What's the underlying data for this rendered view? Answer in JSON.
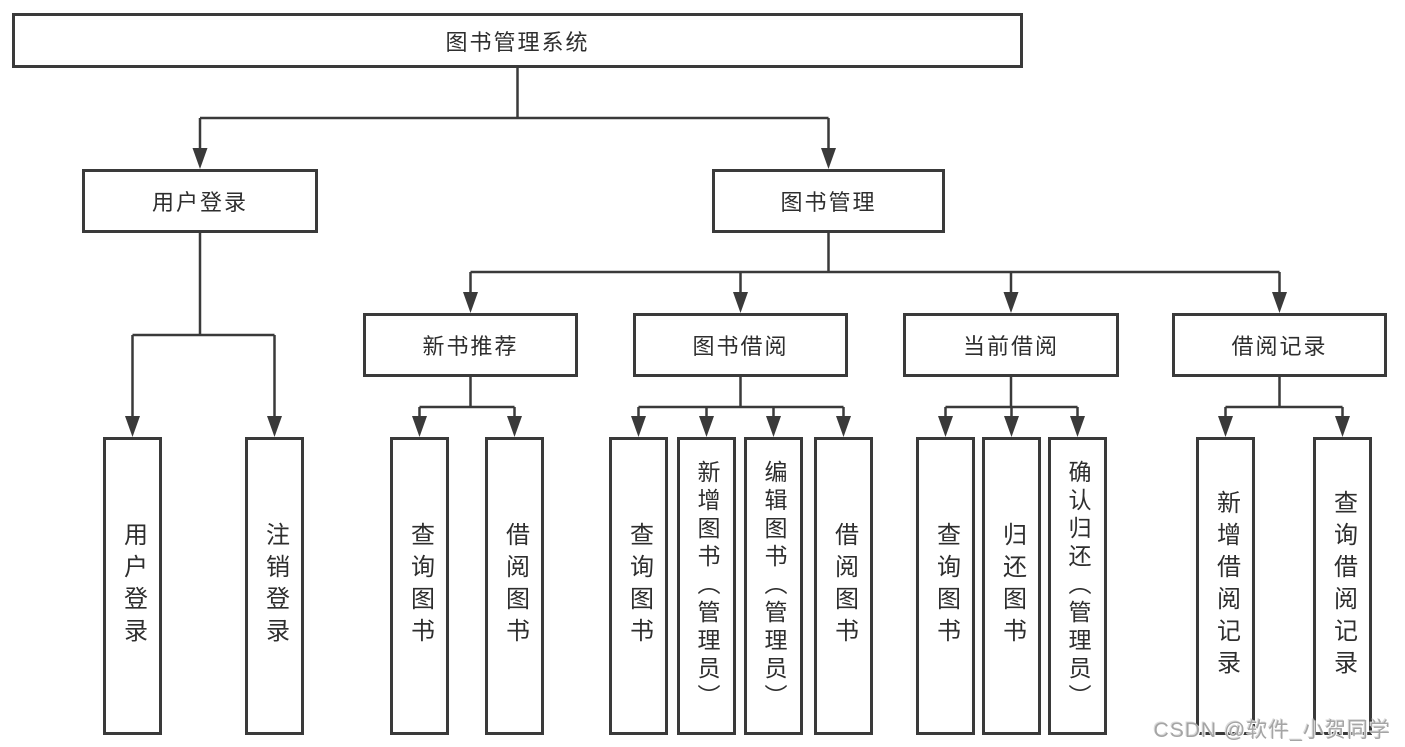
{
  "tree": {
    "label": "图书管理系统",
    "children": [
      {
        "label": "用户登录",
        "children": [
          {
            "label": "用户登录"
          },
          {
            "label": "注销登录"
          }
        ]
      },
      {
        "label": "图书管理",
        "children": [
          {
            "label": "新书推荐",
            "children": [
              {
                "label": "查询图书"
              },
              {
                "label": "借阅图书"
              }
            ]
          },
          {
            "label": "图书借阅",
            "children": [
              {
                "label": "查询图书"
              },
              {
                "label": "新增图书（管理员）"
              },
              {
                "label": "编辑图书（管理员）"
              },
              {
                "label": "借阅图书"
              }
            ]
          },
          {
            "label": "当前借阅",
            "children": [
              {
                "label": "查询图书"
              },
              {
                "label": "归还图书"
              },
              {
                "label": "确认归还（管理员）"
              }
            ]
          },
          {
            "label": "借阅记录",
            "children": [
              {
                "label": "新增借阅记录"
              },
              {
                "label": "查询借阅记录"
              }
            ]
          }
        ]
      }
    ]
  },
  "watermark": {
    "text": "CSDN @软件_小贺同学"
  },
  "colors": {
    "line": "#3a3a3a",
    "text": "#2e2e2e",
    "background": "#ffffff",
    "watermark": "#a5a5a5"
  }
}
